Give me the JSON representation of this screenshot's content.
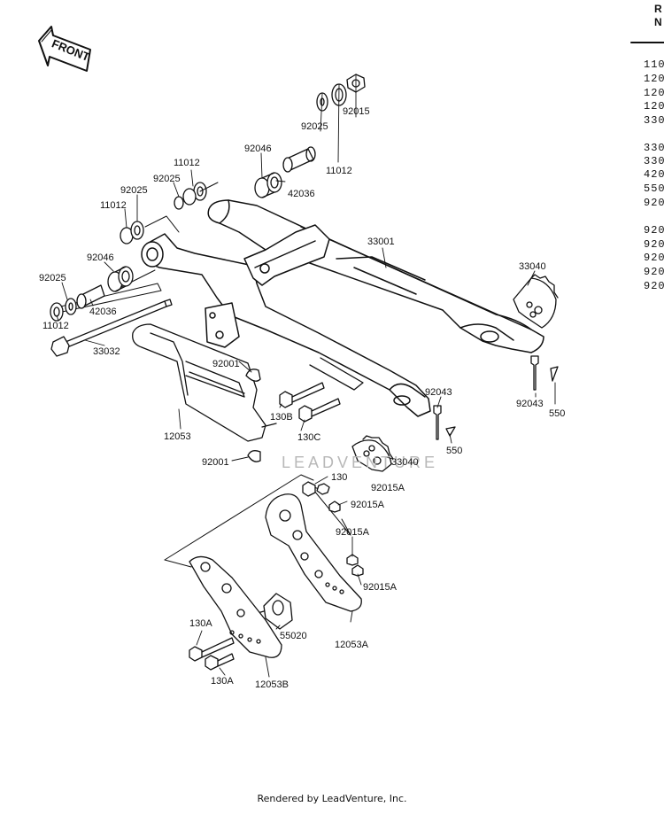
{
  "front_badge": "FRONT",
  "watermark": "LEADVENTURE",
  "footer": "Rendered by LeadVenture, Inc.",
  "header_fragment": [
    "R",
    "N"
  ],
  "sidebar_numbers": [
    "110",
    "120",
    "120",
    "120",
    "330",
    "330",
    "330",
    "420",
    "550",
    "920",
    "920",
    "920",
    "920",
    "920",
    "920"
  ],
  "labels": {
    "l92015_top": "92015",
    "l92025_top": "92025",
    "l92046_top": "92046",
    "l11012_top": "11012",
    "l42036_top": "42036",
    "l11012_b": "11012",
    "l92025_b": "92025",
    "l92025_c": "92025",
    "l11012_c": "11012",
    "l33001": "33001",
    "l92046_left": "92046",
    "l92025_left": "92025",
    "l42036_left": "42036",
    "l11012_left": "11012",
    "l33032": "33032",
    "l33040_right": "33040",
    "l92043_right": "92043",
    "l550_right": "550",
    "l92001_top": "92001",
    "l130B": "130B",
    "l130C": "130C",
    "l12053": "12053",
    "l92043_mid": "92043",
    "l550_mid": "550",
    "l33040_mid": "33040",
    "l92001_bot": "92001",
    "l130": "130",
    "l92015A_1": "92015A",
    "l92015A_2": "92015A",
    "l92015A_3": "92015A",
    "l92015A_4": "92015A",
    "l130A_1": "130A",
    "l55020": "55020",
    "l12053A": "12053A",
    "l130A_2": "130A",
    "l12053B": "12053B"
  }
}
